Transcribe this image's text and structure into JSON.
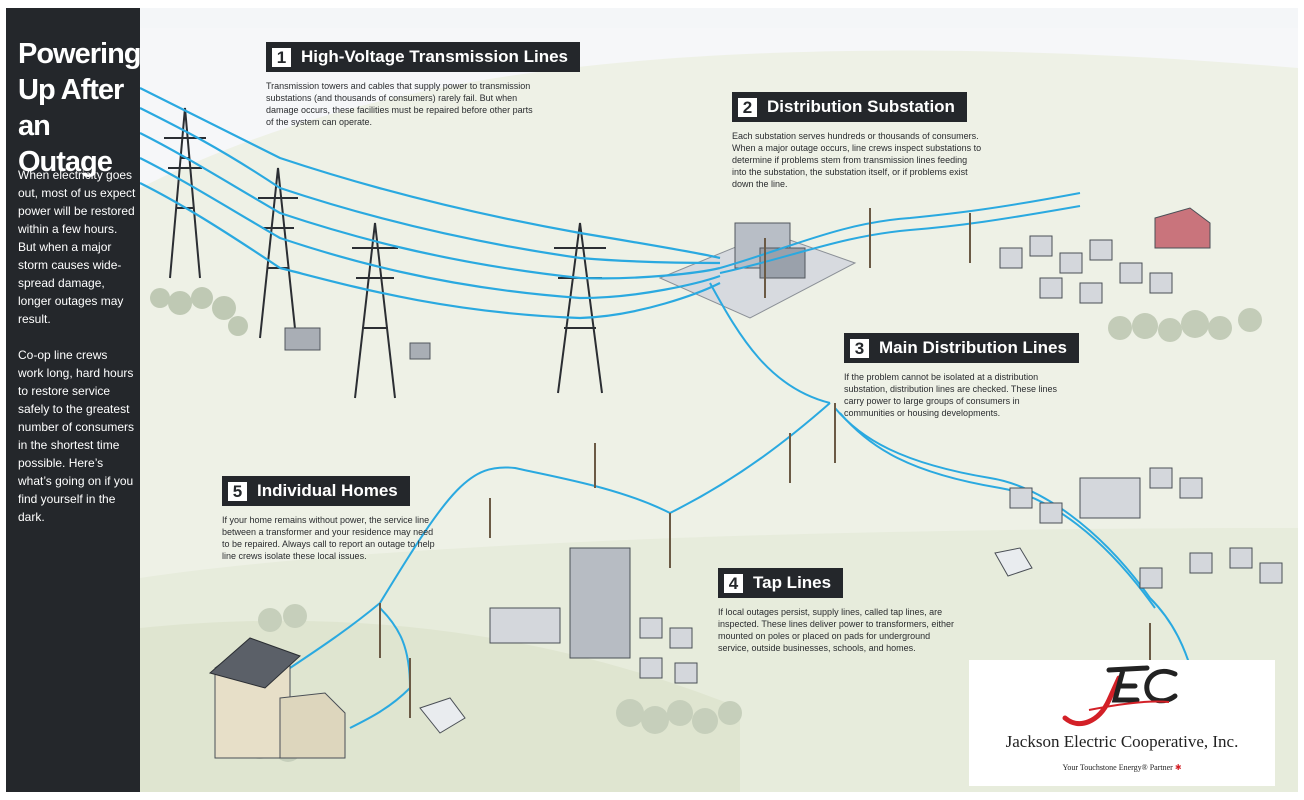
{
  "sidebar": {
    "title": "Powering Up After an Outage",
    "para1": "When electricity goes out, most of us expect power will be restored within a few hours. But when a major storm causes wide-spread damage, longer outages may result.",
    "para2": "Co-op line crews work long, hard hours to restore service safely to the greatest number of consumers in the shortest time possible. Here’s what’s going on if you find yourself in the dark."
  },
  "sections": [
    {
      "number": "1",
      "title": "High-Voltage Transmission Lines",
      "body": "Transmission towers and cables that supply power to transmission substations (and thousands of consumers) rarely fail. But when damage occurs, these facilities must be repaired before other parts of the system can operate."
    },
    {
      "number": "2",
      "title": "Distribution Substation",
      "body": "Each substation serves hundreds or thousands of consumers. When a major outage occurs, line crews inspect substations to determine if problems stem from transmission lines feeding into the substation, the substation itself, or if problems exist down the line."
    },
    {
      "number": "3",
      "title": "Main Distribution Lines",
      "body": "If the problem cannot be isolated at a distribution substation, distribution lines are checked. These lines carry power to large groups of consumers in communities or housing developments."
    },
    {
      "number": "4",
      "title": "Tap Lines",
      "body": "If local outages persist, supply lines, called tap lines, are inspected. These lines deliver power to transformers, either mounted on poles or placed on pads for underground service, outside businesses, schools, and homes."
    },
    {
      "number": "5",
      "title": "Individual Homes",
      "body": "If your home remains without power, the service line between a transformer and your residence may need to be repaired. Always call to report an outage to help line crews isolate these local issues."
    }
  ],
  "logo": {
    "mark": "JEC",
    "name": "Jackson Electric Cooperative, Inc.",
    "tagline": "Your Touchstone Energy® Partner"
  },
  "colors": {
    "wire": "#2aa9e0",
    "panel": "#24272b",
    "hill": "#e4e9d7",
    "logo_red": "#d32027"
  }
}
